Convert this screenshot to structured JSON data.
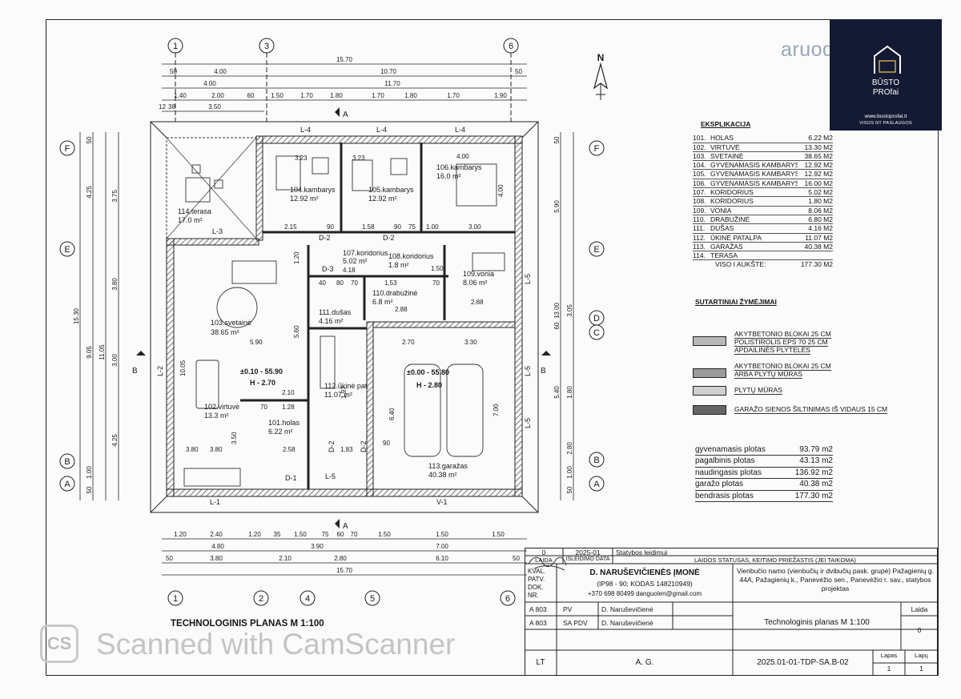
{
  "drawing_title": "TECHNOLOGINIS PLANAS  M 1:100",
  "watermark_site": "aruodas.lt",
  "brand": {
    "line1": "BŪSTO",
    "line2": "PROfai",
    "url": "www.bustoprofai.lt",
    "slogan": "VISOS NT PASLAUGOS"
  },
  "scanner": {
    "badge": "CS",
    "text": "Scanned with CamScanner"
  },
  "north": "N",
  "axes_vertical": [
    "1",
    "3",
    "6",
    "1",
    "2",
    "4",
    "5",
    "6"
  ],
  "axes_horizontal": [
    "F",
    "E",
    "D",
    "C",
    "B",
    "A"
  ],
  "top_dims": {
    "row1": [
      "15.70"
    ],
    "row2": [
      "50",
      "4.00",
      "10.70",
      "50"
    ],
    "row3": [
      "4.00",
      "11.70"
    ],
    "row4": [
      "1.40",
      "2.00",
      "60",
      "1.50",
      "1.70",
      "1.80",
      "1.70",
      "1.80",
      "1.70",
      "1.90"
    ],
    "row5": [
      "12",
      "38",
      "3.50"
    ]
  },
  "bottom_dims": {
    "row1": [
      "1.20",
      "2.40",
      "1.20",
      "35",
      "1.50",
      "75",
      "60",
      "70",
      "1.50",
      "1.50",
      "1.50"
    ],
    "row2": [
      "4.80",
      "3.90",
      "7.00"
    ],
    "row3": [
      "50",
      "3.80",
      "2.10",
      "2.80",
      "6.10",
      "50"
    ],
    "row4": [
      "15.70"
    ]
  },
  "left_dims": [
    "50",
    "4.25",
    "3.75",
    "15.30",
    "9.05",
    "11.05",
    "3.80",
    "3.00",
    "4.25",
    "1.00",
    "50"
  ],
  "right_dims": [
    "50",
    "5.90",
    "13.00",
    "3.05",
    "60",
    "5.40",
    "1.80",
    "2.80",
    "1.00",
    "50"
  ],
  "rooms": [
    {
      "name": "104.kambarys",
      "area": "12.92 m²"
    },
    {
      "name": "105.kambarys",
      "area": "12.92 m²"
    },
    {
      "name": "106.kambarys",
      "area": "16.0 m²"
    },
    {
      "name": "114.terasa",
      "area": "17.0 m²"
    },
    {
      "name": "107.koridorius",
      "area": "5.02 m²"
    },
    {
      "name": "108.koridorius",
      "area": "1.8 m²"
    },
    {
      "name": "109.vonia",
      "area": "8.06 m²"
    },
    {
      "name": "110.drabužinė",
      "area": "6.8 m²"
    },
    {
      "name": "111.dušas",
      "area": "4.16 m²"
    },
    {
      "name": "103.svetainė",
      "area": "38.65 m²"
    },
    {
      "name": "102.virtuvė",
      "area": "13.3 m²"
    },
    {
      "name": "101.holas",
      "area": "6.22 m²"
    },
    {
      "name": "112.ūkinė pat.",
      "area": "11.07 m²"
    },
    {
      "name": "113.garažas",
      "area": "40.38 m²"
    }
  ],
  "plan_labels": {
    "lintels": [
      "L-4",
      "L-4",
      "L-4",
      "L-3",
      "L-2",
      "L-5",
      "L-5",
      "L-5",
      "L-1",
      "V-1",
      "L-5"
    ],
    "doors": [
      "D-2",
      "D-2",
      "D-3",
      "D-1",
      "D-2",
      "D-2"
    ],
    "levels": [
      "±0.10 - 55.90",
      "H - 2.70",
      "±0.00 - 55.80",
      "H - 2.80"
    ],
    "sections": [
      "A",
      "A",
      "B",
      "B"
    ],
    "inner_dims": [
      "3.23",
      "3.23",
      "4.00",
      "4.00",
      "2.15",
      "90",
      "1.58",
      "90",
      "75",
      "1.00",
      "3.00",
      "1.20",
      "4.18",
      "1.50",
      "5.90",
      "5.60",
      "2.70",
      "3.30",
      "40",
      "80",
      "70",
      "1.53",
      "70",
      "2.88",
      "2.88",
      "2.10",
      "1.28",
      "70",
      "1.97",
      "3.80",
      "2.58",
      "1.83",
      "3.50",
      "6.40",
      "7.00",
      "10.05",
      "3.80",
      "90"
    ]
  },
  "explication": {
    "title": "EKSPLIKACIJA",
    "rows": [
      {
        "n": "101.",
        "name": "HOLAS",
        "v": "6.22 M2"
      },
      {
        "n": "102.",
        "name": "VIRTUVĖ",
        "v": "13.30 M2"
      },
      {
        "n": "103.",
        "name": "SVETAINĖ",
        "v": "38.65 M2"
      },
      {
        "n": "104.",
        "name": "GYVENAMASIS KAMBARYS",
        "v": "12.92 M2"
      },
      {
        "n": "105.",
        "name": "GYVENAMASIS KAMBARYS",
        "v": "12.92 M2"
      },
      {
        "n": "106.",
        "name": "GYVENAMASIS KAMBARYS",
        "v": "16.00 M2"
      },
      {
        "n": "107.",
        "name": "KORIDORIUS",
        "v": "5.02 M2"
      },
      {
        "n": "108.",
        "name": "KORIDORIUS",
        "v": "1.80 M2"
      },
      {
        "n": "109.",
        "name": "VONIA",
        "v": "8.06 M2"
      },
      {
        "n": "110.",
        "name": "DRABUŽINĖ",
        "v": "6.80 M2"
      },
      {
        "n": "111.",
        "name": "DUŠAS",
        "v": "4.16 M2"
      },
      {
        "n": "112.",
        "name": "ŪKINĖ PATALPA",
        "v": "11.07 M2"
      },
      {
        "n": "113.",
        "name": "GARAŽAS",
        "v": "40.38 M2"
      },
      {
        "n": "114.",
        "name": "TERASA",
        "v": ""
      }
    ],
    "total_label": "VISO I AUKŠTE:",
    "total_value": "177.30 M2"
  },
  "symbols": {
    "title": "SUTARTINIAI ŽYMĖJIMAI",
    "items": [
      {
        "lines": [
          "AKYTBETONIO BLOKAI  25 CM",
          "POLISTIROLIS EPS 70  25 CM",
          "APDAILINĖS PLYTELĖS"
        ],
        "color": "#b8b8b8"
      },
      {
        "lines": [
          "AKYTBETONIO BLOKAI  25 CM",
          "ARBA PLYTŲ MŪRAS"
        ],
        "color": "#9a9a9a"
      },
      {
        "lines": [
          "PLYTŲ MŪRAS"
        ],
        "color": "#cfcfcf"
      },
      {
        "lines": [
          "GARAŽO SIENOS ŠILTINIMAS IŠ VIDAUS 15 CM"
        ],
        "color": "#666666"
      }
    ]
  },
  "areas": [
    {
      "name": "gyvenamasis plotas",
      "v": "93.79 m2"
    },
    {
      "name": "pagalbinis plotas",
      "v": "43.13 m2"
    },
    {
      "name": "naudingasis plotas",
      "v": "136.92 m2"
    },
    {
      "name": "garažo plotas",
      "v": "40.38 m2"
    },
    {
      "name": "bendrasis plotas",
      "v": "177.30 m2"
    }
  ],
  "title_block": {
    "rev_no": "0",
    "rev_date": "2025-01",
    "rev_text": "Statybos leidimui",
    "hdr_laida": "LAIDA",
    "hdr_date": "IŠLEIDIMO DATA",
    "hdr_status": "LAIDOS STATUSAS, KEITIMO PRIEŽASTIS (JEI TAIKOMA)",
    "qual": "KVAL. PATV. DOK. NR.",
    "company": "D. NARUŠEVIČIENĖS ĮMONĖ",
    "company_code": "(IP98 - 90; KODAS 148210949)",
    "company_contact": "+370 698 80499 danguolen@gmail.com",
    "project": "Vienbučio namo (vienbučių ir dvibučių pask. grupė) Pažagienių g. 44A, Pažagienių k., Panevėžio sen., Panevėžio r. sav., statybos projektas",
    "r1_code": "A 803",
    "r1_role": "PV",
    "r1_name": "D. Naruševičienė",
    "r2_code": "A 803",
    "r2_role": "SA PDV",
    "r2_name": "D. Naruševičienė",
    "sheet_title": "Technologinis planas  M 1:100",
    "laida_lbl": "Laida",
    "laida_val": "0",
    "lang": "LT",
    "part": "A. G.",
    "doc_no": "2025.01-01-TDP-SA.B-02",
    "lapas_lbl": "Lapas",
    "lapas_val": "1",
    "lapu_lbl": "Lapų",
    "lapu_val": "1"
  }
}
